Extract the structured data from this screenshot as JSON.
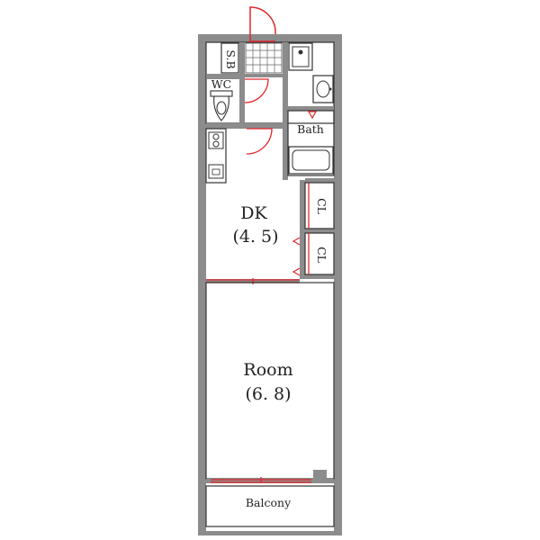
{
  "rooms": {
    "dk_name": "DK",
    "dk_size": "(4. 5)",
    "room_name": "Room",
    "room_size": "(6. 8)",
    "balcony": "Balcony",
    "bath": "Bath",
    "wc": "WC",
    "sb": "S.B",
    "cl_upper": "CL",
    "cl_lower": "CL"
  },
  "colors": {
    "wall": "#8c8c8c",
    "line": "#333333",
    "door": "#e3262b"
  }
}
